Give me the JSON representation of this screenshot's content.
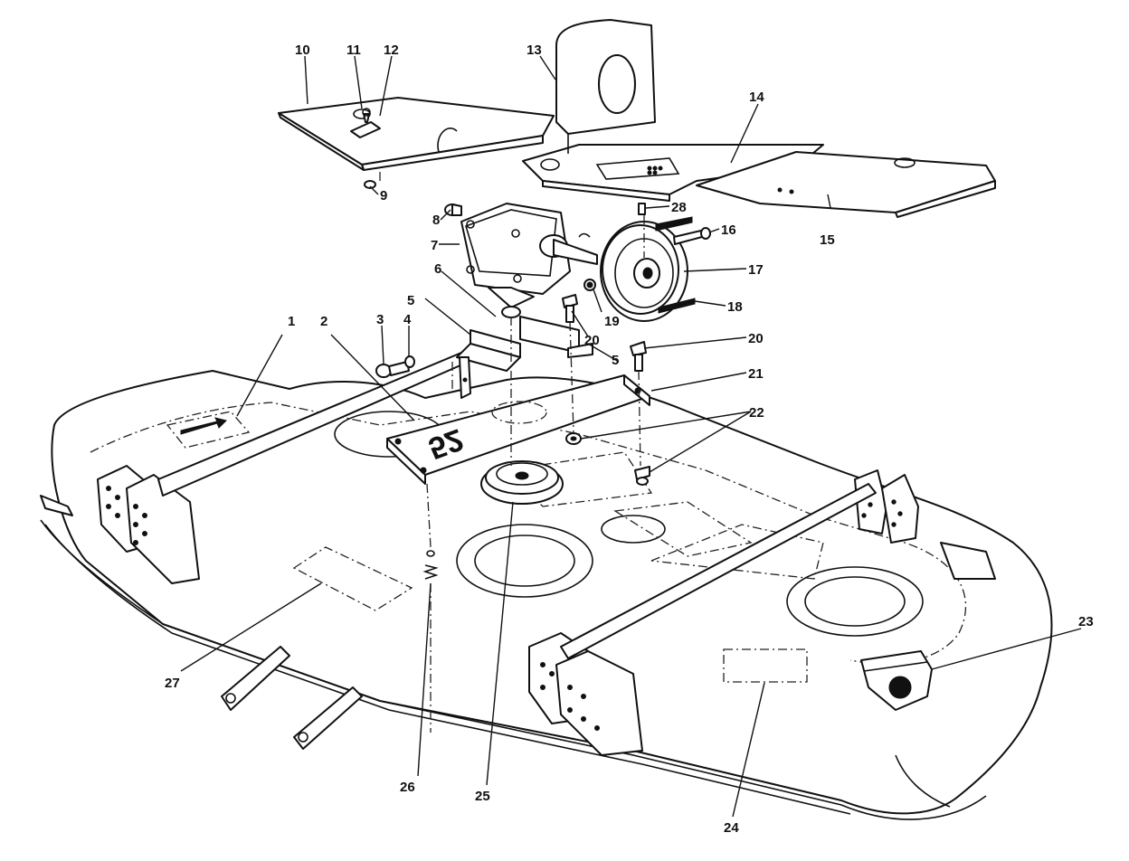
{
  "diagram": {
    "deck_marking": "52",
    "callouts": [
      {
        "id": "c1",
        "label": "1"
      },
      {
        "id": "c2",
        "label": "2"
      },
      {
        "id": "c3",
        "label": "3"
      },
      {
        "id": "c4",
        "label": "4"
      },
      {
        "id": "c5a",
        "label": "5"
      },
      {
        "id": "c5b",
        "label": "5"
      },
      {
        "id": "c6",
        "label": "6"
      },
      {
        "id": "c7",
        "label": "7"
      },
      {
        "id": "c8",
        "label": "8"
      },
      {
        "id": "c9",
        "label": "9"
      },
      {
        "id": "c10",
        "label": "10"
      },
      {
        "id": "c11",
        "label": "11"
      },
      {
        "id": "c12",
        "label": "12"
      },
      {
        "id": "c13",
        "label": "13"
      },
      {
        "id": "c14",
        "label": "14"
      },
      {
        "id": "c15",
        "label": "15"
      },
      {
        "id": "c16",
        "label": "16"
      },
      {
        "id": "c17",
        "label": "17"
      },
      {
        "id": "c18",
        "label": "18"
      },
      {
        "id": "c19",
        "label": "19"
      },
      {
        "id": "c20a",
        "label": "20"
      },
      {
        "id": "c20b",
        "label": "20"
      },
      {
        "id": "c21",
        "label": "21"
      },
      {
        "id": "c22",
        "label": "22"
      },
      {
        "id": "c23",
        "label": "23"
      },
      {
        "id": "c24",
        "label": "24"
      },
      {
        "id": "c25",
        "label": "25"
      },
      {
        "id": "c26",
        "label": "26"
      },
      {
        "id": "c27",
        "label": "27"
      },
      {
        "id": "c28",
        "label": "28"
      }
    ]
  }
}
